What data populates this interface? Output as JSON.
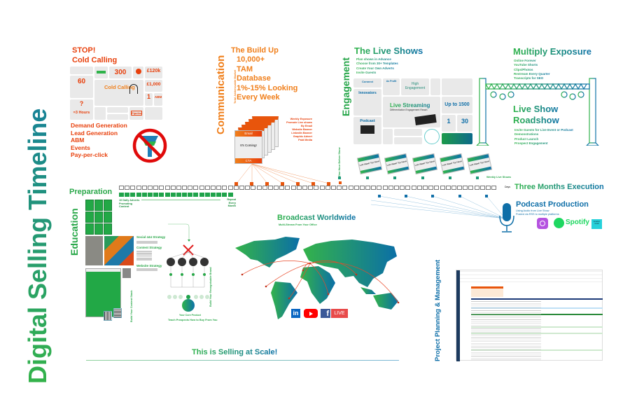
{
  "title": "Digital Selling Timeline",
  "stop": {
    "title1": "STOP!",
    "title2": "Cold Calling",
    "dashboard": {
      "stat1": "60",
      "stat2": "300",
      "stat3": "£120k",
      "stat4": "£1,000",
      "stat5": "1",
      "stat6": "ABM",
      "stat7": "?",
      "stat8": "=3 Hours",
      "center": "Cold Calling",
      "pipeline": "Pipeline"
    },
    "list": [
      "Demand Generation",
      "Lead Generation",
      "ABM",
      "Events",
      "Pay-per-click"
    ]
  },
  "communication": {
    "label": "Communication",
    "heading": "The Build Up",
    "side_label": "Total Addressable Market",
    "lines": [
      "10,000+",
      "TAM",
      "Database",
      "1%-15% Looking",
      "Every Week"
    ],
    "card": {
      "top": "Email",
      "middle": "It's Coming!",
      "bottom": "CTA"
    },
    "exposure": [
      "Weekly Exposure",
      "Promote Live shows",
      "By Email",
      "Website Banner",
      "LinkedIn Banner",
      "Graphic Advert",
      "Paid Media"
    ]
  },
  "engagement": {
    "label": "Engagement",
    "heading": "The Live Shows",
    "list": [
      "Plan shows in Advance",
      "Choose from 30+ Templates",
      "Create Your Own Adverts",
      "Invite Guests"
    ],
    "tiles": {
      "connect": "Connect",
      "profit": "As Profit",
      "high": "High Engagement",
      "innovators": "Innovators",
      "live": "Live Streaming",
      "live_sub": "Differentiation Engagement Reach",
      "up_to": "Up to 1500",
      "podcast": "Podcast",
      "one": "1",
      "thirty": "30"
    }
  },
  "multiply": {
    "heading": "Multiply Exposure",
    "list": [
      "Online Forever",
      "YouTube Shorts",
      "Clips/Photos",
      "Restream Every Quarter",
      "Transcripts for SEO"
    ]
  },
  "roadshow": {
    "heading1": "Live Show",
    "heading2": "Roadshow",
    "list": [
      "Invite Guests for Live Event or Podcast",
      "Demonstrations",
      "Product Launch",
      "Prospect Engagement"
    ]
  },
  "timeline": {
    "days_label": "Days",
    "one_hour": "One Hour Before Show",
    "weekly": "Weekly Live Shows",
    "execution": "Three Months Execution",
    "daily": "10 Daily Adverts Promoting Content",
    "repeat": "Repeat Every Month",
    "preparation": "Preparation",
    "card_text": "Last Week! Top News"
  },
  "podcast": {
    "heading": "Podcast Production",
    "sub1": "Using Audio from Live Show",
    "sub2": "Posted via RSS to multiple platforms",
    "spotify": "Spotify",
    "amazon": "amazon music"
  },
  "education": {
    "label": "Education",
    "social": "Social 444 Strategy",
    "content": "Content Strategy",
    "website": "Website Strategy",
    "stack": "Build Your Content Stack",
    "brand": "Build Your Recognisable Brand",
    "core": "Your Core Product",
    "teach": "Teach Prospects How to Buy From You"
  },
  "broadcast": {
    "heading": "Broadcast Worldwide",
    "sub": "Multi-Stream From Your Office",
    "live": "LIVE",
    "linkedin": "in"
  },
  "planning": {
    "label": "Project Planning & Management"
  },
  "footer": "This is Selling at Scale!",
  "colors": {
    "orange": "#f07f1b",
    "red": "#e8400c",
    "green": "#2aa84a",
    "blue": "#0f6fa8"
  }
}
